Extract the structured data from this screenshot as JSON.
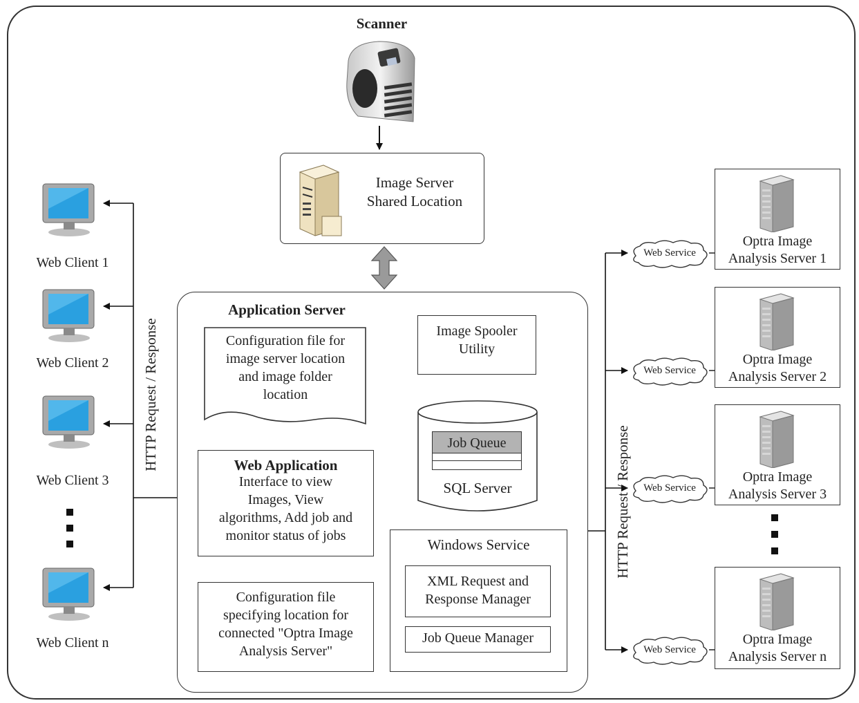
{
  "scanner": {
    "title": "Scanner"
  },
  "image_server": {
    "line1": "Image Server",
    "line2": "Shared Location"
  },
  "web_clients": [
    {
      "label": "Web Client 1"
    },
    {
      "label": "Web Client 2"
    },
    {
      "label": "Web Client 3"
    },
    {
      "label": "Web Client n"
    }
  ],
  "left_link_label": "HTTP Request / Response",
  "right_link_label": "HTTP Request / Response",
  "app_server": {
    "title": "Application Server",
    "config_file_1": [
      "Configuration file for",
      "image server location",
      "and image folder",
      "location"
    ],
    "spooler": [
      "Image Spooler",
      "Utility"
    ],
    "job_queue": "Job Queue",
    "sql_server": "SQL Server",
    "web_app_title": "Web Application",
    "web_app_lines": [
      "Interface to view",
      "Images, View",
      "algorithms, Add job and",
      "monitor status of jobs"
    ],
    "config_file_2": [
      "Configuration file",
      "specifying location for",
      "connected \"Optra Image",
      "Analysis Server\""
    ],
    "windows_service": {
      "title": "Windows Service",
      "xml_manager": [
        "XML Request and",
        "Response Manager"
      ],
      "job_queue_manager": "Job Queue Manager"
    }
  },
  "analysis_servers": [
    {
      "line1": "Optra Image",
      "line2": "Analysis Server 1",
      "service": "Web Service"
    },
    {
      "line1": "Optra Image",
      "line2": "Analysis Server 2",
      "service": "Web Service"
    },
    {
      "line1": "Optra Image",
      "line2": "Analysis Server 3",
      "service": "Web Service"
    },
    {
      "line1": "Optra Image",
      "line2": "Analysis Server n",
      "service": "Web Service"
    }
  ]
}
